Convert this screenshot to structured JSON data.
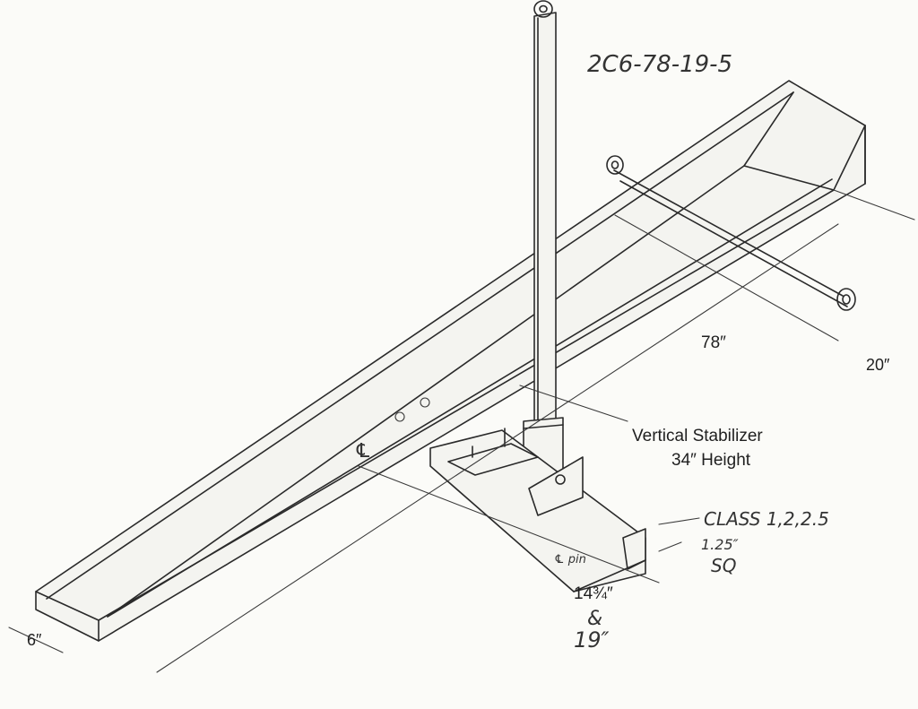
{
  "drawing": {
    "part_number": "2C6-78-19-5",
    "labels": {
      "stabilizer_title": "Vertical Stabilizer",
      "stabilizer_height": "34″ Height",
      "length": "78″",
      "crossbar_width": "20″",
      "channel_width": "6″",
      "offset_a": "14¾″",
      "offset_amp": "&",
      "offset_b": "19″",
      "hitch_class": "CLASS 1,2,2.5",
      "hitch_size": "1.25″",
      "hitch_size_unit": "SQ",
      "centerline": "℄",
      "pin_note": "℄ pin"
    }
  }
}
